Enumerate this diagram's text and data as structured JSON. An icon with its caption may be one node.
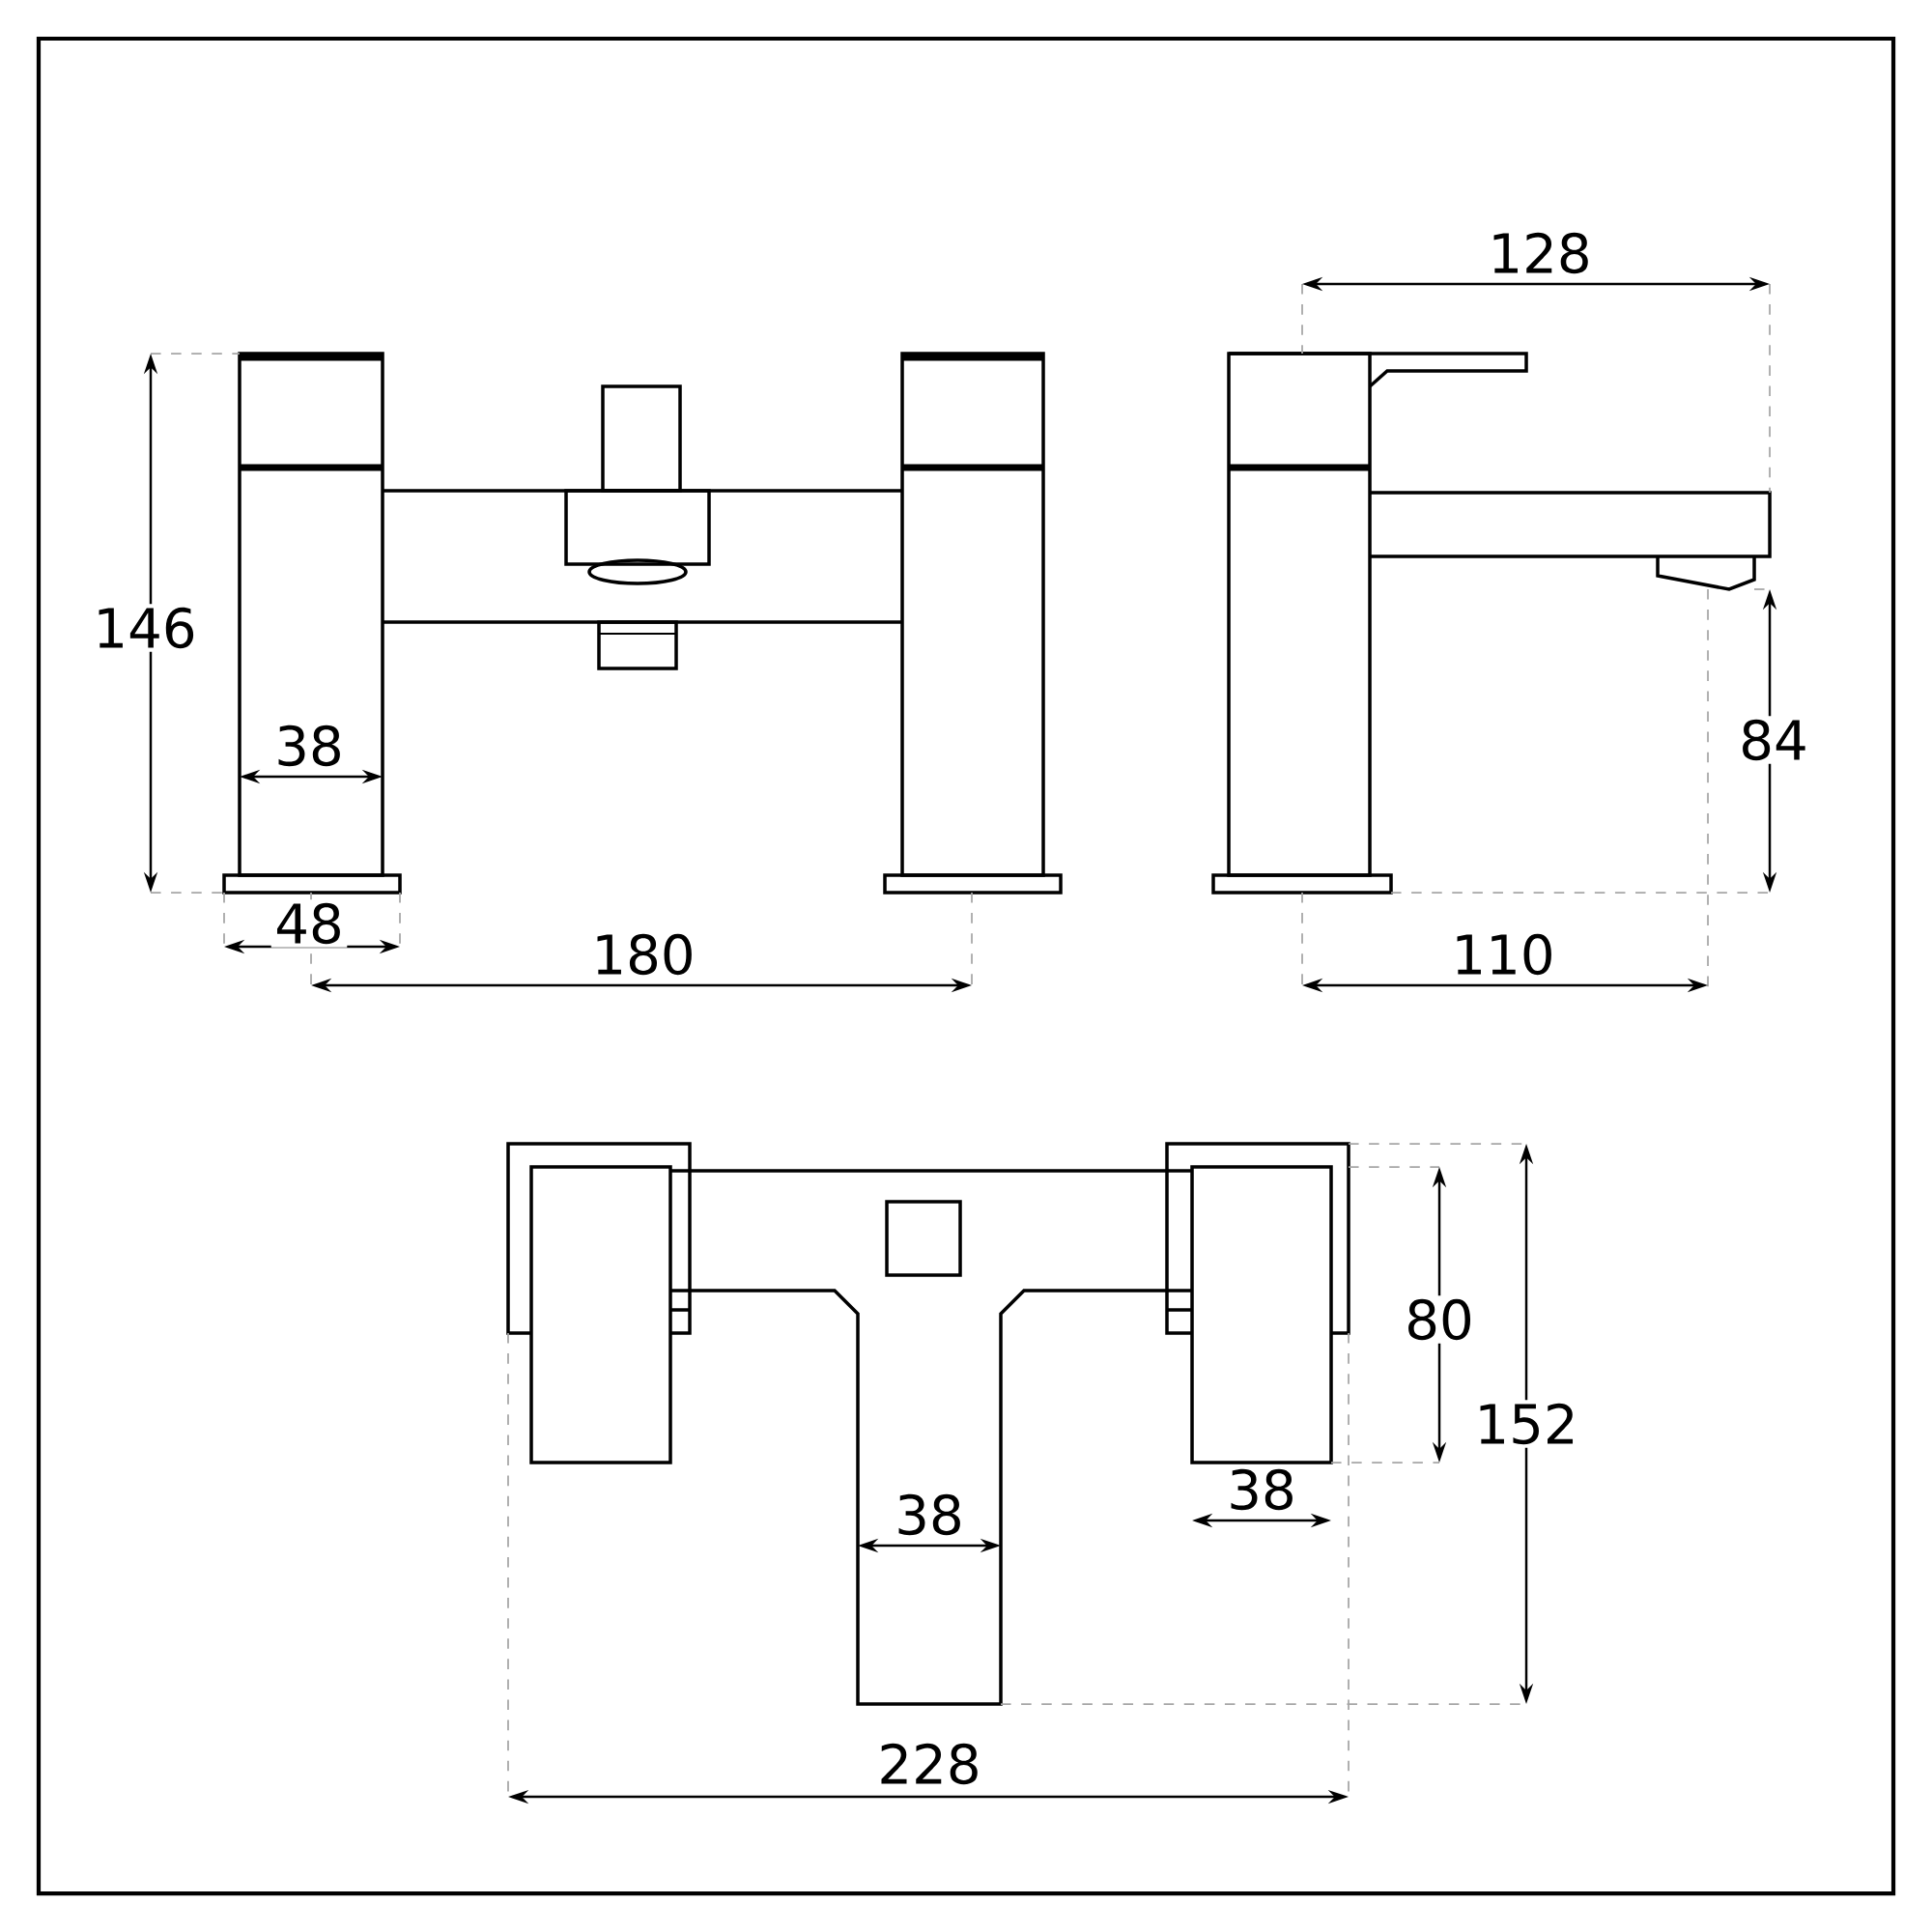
{
  "diagram": {
    "labels": [
      "128",
      "146",
      "38",
      "84",
      "48",
      "180",
      "110",
      "80",
      "152",
      "38",
      "38",
      "228"
    ]
  }
}
